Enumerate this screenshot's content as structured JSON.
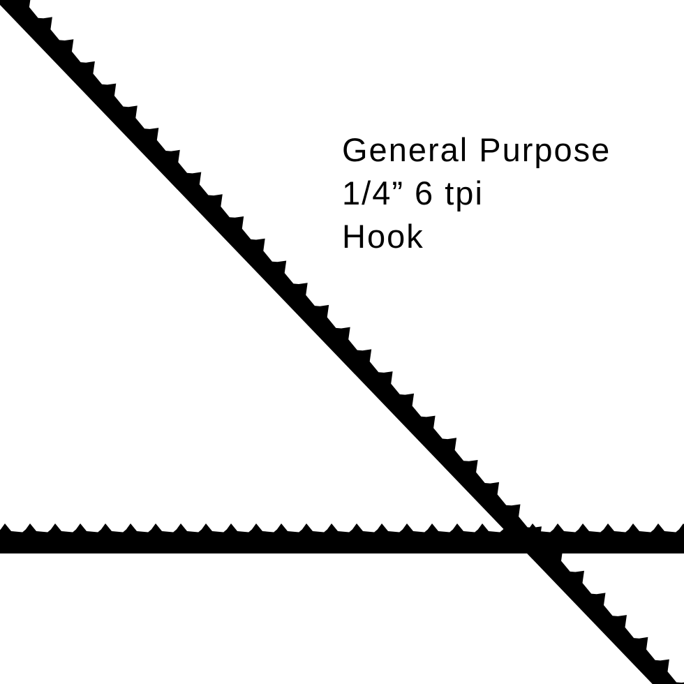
{
  "caption": {
    "line1": "General Purpose",
    "line2": "1/4” 6 tpi",
    "line3": "Hook"
  },
  "colors": {
    "blade": "#000000",
    "background": "#ffffff",
    "text": "#000000"
  }
}
